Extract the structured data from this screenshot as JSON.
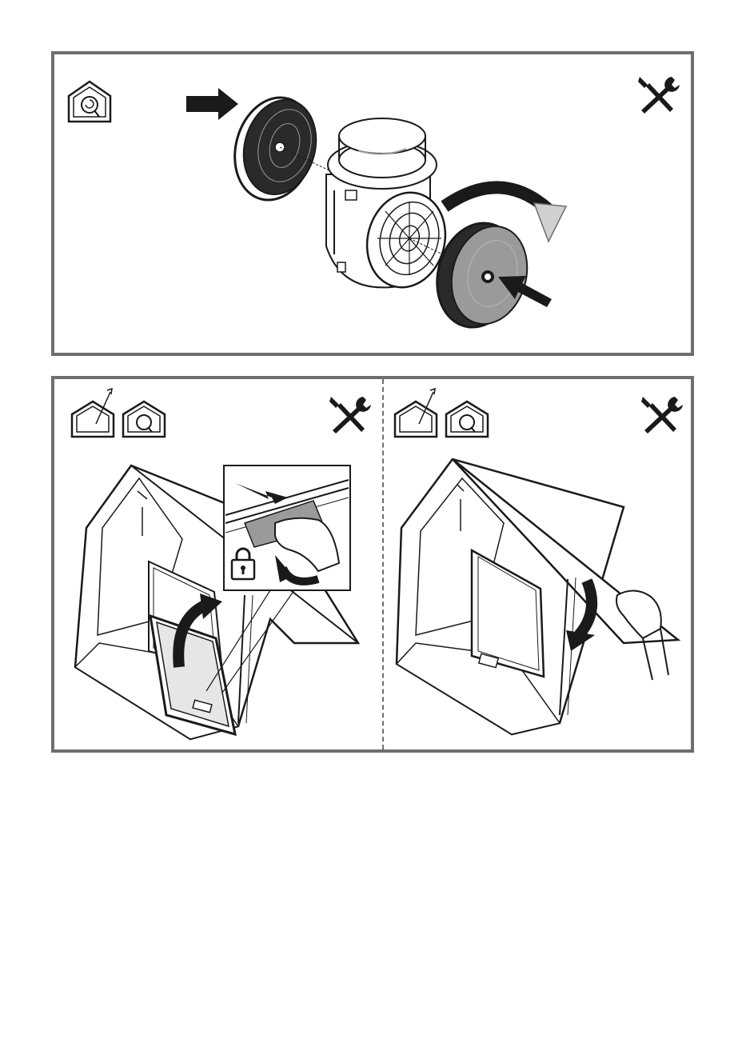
{
  "document": {
    "type": "installation-instructions-illustration",
    "step_top": {
      "mode_icons": [
        "recirculation-house-icon"
      ],
      "tool_icon": "tools-icon",
      "content": [
        "charcoal-filter-left",
        "motor-blower-unit",
        "charcoal-filter-right",
        "push-arrow",
        "rotate-arrow"
      ]
    },
    "step_bottom_left": {
      "mode_icons": [
        "extraction-house-icon",
        "recirculation-house-icon"
      ],
      "tool_icon": "tools-icon",
      "content": [
        "hood-open-panel",
        "grease-filter",
        "insert-arrow",
        "lock-icon",
        "detail-callout-latch"
      ]
    },
    "step_bottom_right": {
      "mode_icons": [
        "extraction-house-icon",
        "recirculation-house-icon"
      ],
      "tool_icon": "tools-icon",
      "content": [
        "hood-open-panel",
        "closing-hand",
        "close-arrow"
      ]
    },
    "colors": {
      "frame": "#6e6e6e",
      "line": "#1a1a1a",
      "fill_light": "#e6e6e6",
      "fill_filter": "#9a9a9a"
    }
  }
}
